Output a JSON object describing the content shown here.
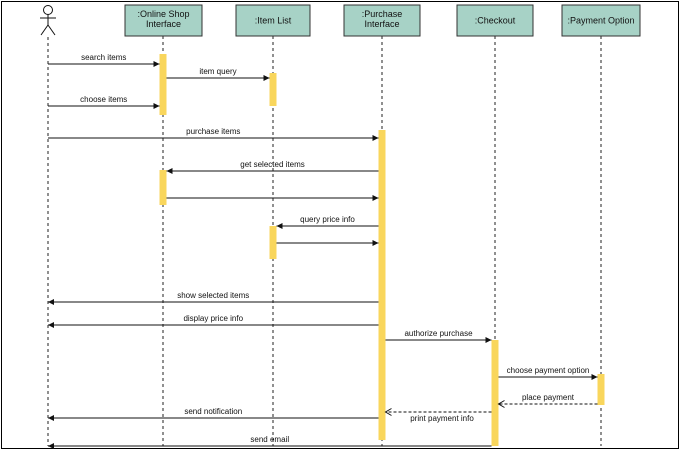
{
  "participants": [
    {
      "id": "user",
      "label": []
    },
    {
      "id": "shop",
      "label": [
        ":Online Shop",
        "Interface"
      ]
    },
    {
      "id": "items",
      "label": [
        ":Item List"
      ]
    },
    {
      "id": "purchase",
      "label": [
        ":Purchase",
        "Interface"
      ]
    },
    {
      "id": "checkout",
      "label": [
        ":Checkout"
      ]
    },
    {
      "id": "payment",
      "label": [
        ":Payment Option"
      ]
    }
  ],
  "messages": [
    {
      "from": "user",
      "to": "shop",
      "label": "search items",
      "style": "solid"
    },
    {
      "from": "shop",
      "to": "items",
      "label": "item query",
      "style": "solid"
    },
    {
      "from": "user",
      "to": "shop",
      "label": "choose items",
      "style": "solid"
    },
    {
      "from": "user",
      "to": "purchase",
      "label": "purchase items",
      "style": "solid"
    },
    {
      "from": "purchase",
      "to": "shop",
      "label": "get selected items",
      "style": "solid"
    },
    {
      "from": "shop",
      "to": "purchase",
      "label": "",
      "style": "solid"
    },
    {
      "from": "purchase",
      "to": "items",
      "label": "query price info",
      "style": "solid"
    },
    {
      "from": "items",
      "to": "purchase",
      "label": "",
      "style": "solid"
    },
    {
      "from": "purchase",
      "to": "user",
      "label": "show selected items",
      "style": "solid"
    },
    {
      "from": "purchase",
      "to": "user",
      "label": "display price info",
      "style": "solid"
    },
    {
      "from": "purchase",
      "to": "checkout",
      "label": "authorize purchase",
      "style": "solid"
    },
    {
      "from": "checkout",
      "to": "payment",
      "label": "choose payment option",
      "style": "solid"
    },
    {
      "from": "payment",
      "to": "checkout",
      "label": "place payment",
      "style": "dashed"
    },
    {
      "from": "checkout",
      "to": "purchase",
      "label": "print payment info",
      "style": "dashed"
    },
    {
      "from": "purchase",
      "to": "user",
      "label": "send notification",
      "style": "solid"
    },
    {
      "from": "checkout",
      "to": "user",
      "label": "send email",
      "style": "solid"
    }
  ],
  "colors": {
    "header_fill": "#a7d2c6",
    "activation_fill": "#f9d65c"
  }
}
